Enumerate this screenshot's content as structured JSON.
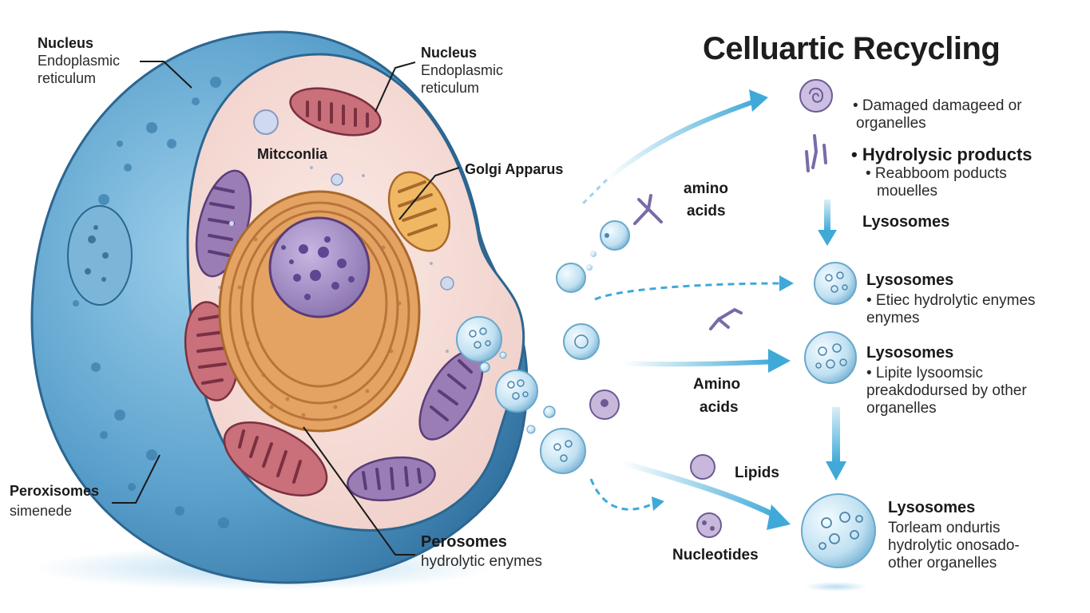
{
  "title": "Celluartic Recycling",
  "left_labels": {
    "nucleus_top_left": {
      "title": "Nucleus",
      "line1": "Endoplasmic",
      "line2": "reticulum"
    },
    "nucleus_top_center": {
      "title": "Nucleus",
      "line1": "Endoplasmic",
      "line2": "reticulum"
    },
    "mitochondria": "Mitcconlia",
    "golgi": "Golgi Apparus",
    "peroxisomes": {
      "title": "Peroxisomes",
      "line1": "simenede"
    },
    "perosomes": {
      "title": "Perosomes",
      "line1": "hydrolytic enymes"
    }
  },
  "pathway_labels": {
    "amino_top": {
      "line1": "amino",
      "line2": "acids"
    },
    "amino_mid": {
      "line1": "Amino",
      "line2": "acids"
    },
    "lipids": "Lipids",
    "nucleotides": "Nucleotides"
  },
  "right_column": {
    "item1": {
      "line1": "• Damaged damageed or",
      "line2": "organelles"
    },
    "item2": {
      "title": "• Hydrolysic products",
      "line1": "• Reabboom poducts",
      "line2": "mouelles"
    },
    "lysosomes_label": "Lysosomes",
    "item3": {
      "title": "Lysosomes",
      "line1": "• Etiec hydrolytic enymes",
      "line2": "enymes"
    },
    "item4": {
      "title": "Lysosomes",
      "line1": "• Lipite lysoomsic",
      "line2": "preakdodursed by other",
      "line3": "organelles"
    },
    "item5": {
      "title": "Lysosomes",
      "line1": "Torleam ondurtis",
      "line2": "hydrolytic onosado-",
      "line3": "other organelles"
    }
  },
  "colors": {
    "membrane": "#5fa3cc",
    "cytoplasm": "#f6dcd6",
    "er_orange": "#e09a55",
    "nucleus_purple": "#9b86bd",
    "mito_red": "#c9707a",
    "arrow_blue": "#3fa9d8",
    "vesicle": "#cfe6f3"
  }
}
